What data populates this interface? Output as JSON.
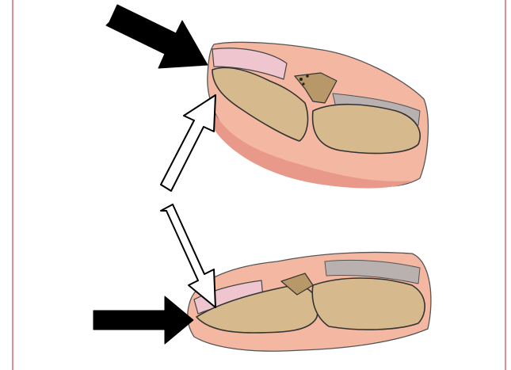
{
  "figure": {
    "subject": "finger-fracture-mechanism-illustration",
    "panels": [
      {
        "id": "top-panel",
        "content": "fingertip-with-distal-phalanx-fracture"
      },
      {
        "id": "bottom-panel",
        "content": "fingertip-with-flexed-distal-phalanx"
      }
    ],
    "arrows": [
      {
        "id": "force-arrow-top",
        "style": "filled"
      },
      {
        "id": "force-arrow-bottom",
        "style": "filled"
      },
      {
        "id": "transition-arrow-up",
        "style": "outline"
      },
      {
        "id": "transition-arrow-down",
        "style": "outline"
      }
    ]
  },
  "colors": {
    "frame": "#e58a97",
    "skin": "#f4b7a1",
    "skin_dark": "#e9998a",
    "bone": "#d6b98d",
    "bone_dark": "#b89868",
    "nail": "#efc5d0",
    "tendon": "#b9b0b0",
    "arrow_fill": "#000000",
    "arrow_outline": "#000000"
  }
}
